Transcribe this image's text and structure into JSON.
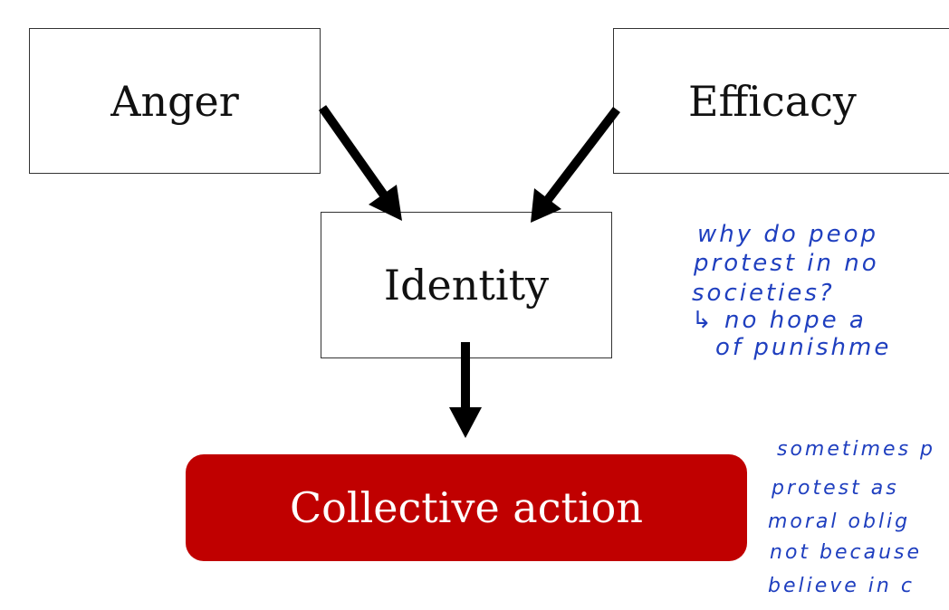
{
  "diagram": {
    "nodes": {
      "anger": "Anger",
      "efficacy": "Efficacy",
      "identity": "Identity",
      "collective_action": "Collective action"
    },
    "edges": [
      {
        "from": "Anger",
        "to": "Identity"
      },
      {
        "from": "Efficacy",
        "to": "Identity"
      },
      {
        "from": "Identity",
        "to": "Collective action"
      }
    ],
    "colors": {
      "action_fill": "#c00000",
      "action_text": "#ffffff",
      "arrow": "#000000",
      "handwriting": "#1f3fbf"
    }
  },
  "handwritten_notes": {
    "note1": [
      "why do peop",
      "protest in no",
      "societies?",
      "↳ no hope a",
      "of punishme"
    ],
    "note2": [
      "sometimes p",
      "protest as",
      "moral oblig",
      "not because",
      "believe in c"
    ]
  }
}
